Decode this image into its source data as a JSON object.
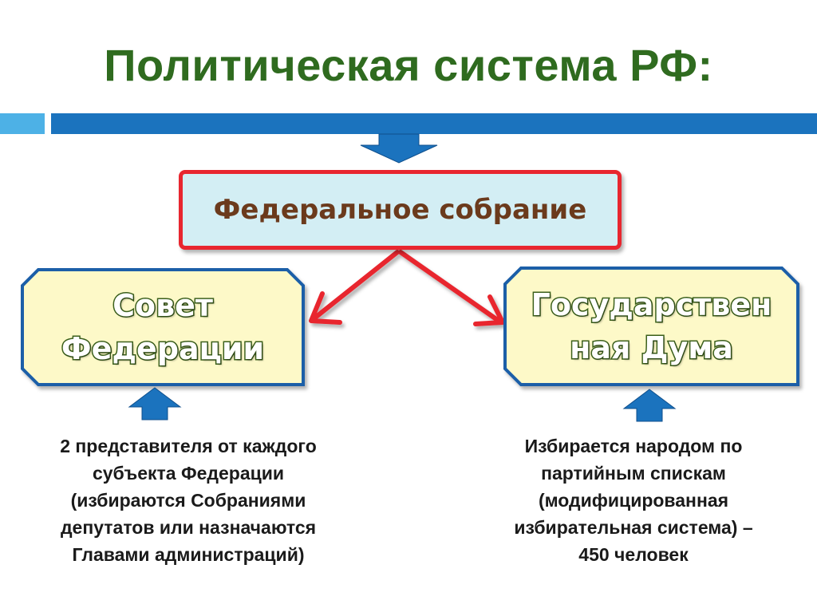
{
  "title": "Политическая система РФ:",
  "colors": {
    "title": "#2f6b1f",
    "bar_accent": "#4db1e6",
    "bar_main": "#1b73be",
    "arrow_blue": "#1b73be",
    "arrow_red": "#e8262f",
    "fed_box_fill": "#d3eef4",
    "chamber_fill": "#fdf9c8",
    "chamber_border": "#1b5fa8"
  },
  "top_node": {
    "label": "Федеральное собрание"
  },
  "chambers": [
    {
      "label_line1": "Совет",
      "label_line2": "Федерации",
      "description": "2 представителя от каждого\nсубъекта Федерации\n(избираются Собраниями\nдепутатов или назначаются\nГлавами администраций)"
    },
    {
      "label_line1": "Государствен",
      "label_line2": "ная Дума",
      "description": "Избирается народом по\nпартийным спискам\n(модифицированная\nизбирательная система) –\n450 человек"
    }
  ]
}
